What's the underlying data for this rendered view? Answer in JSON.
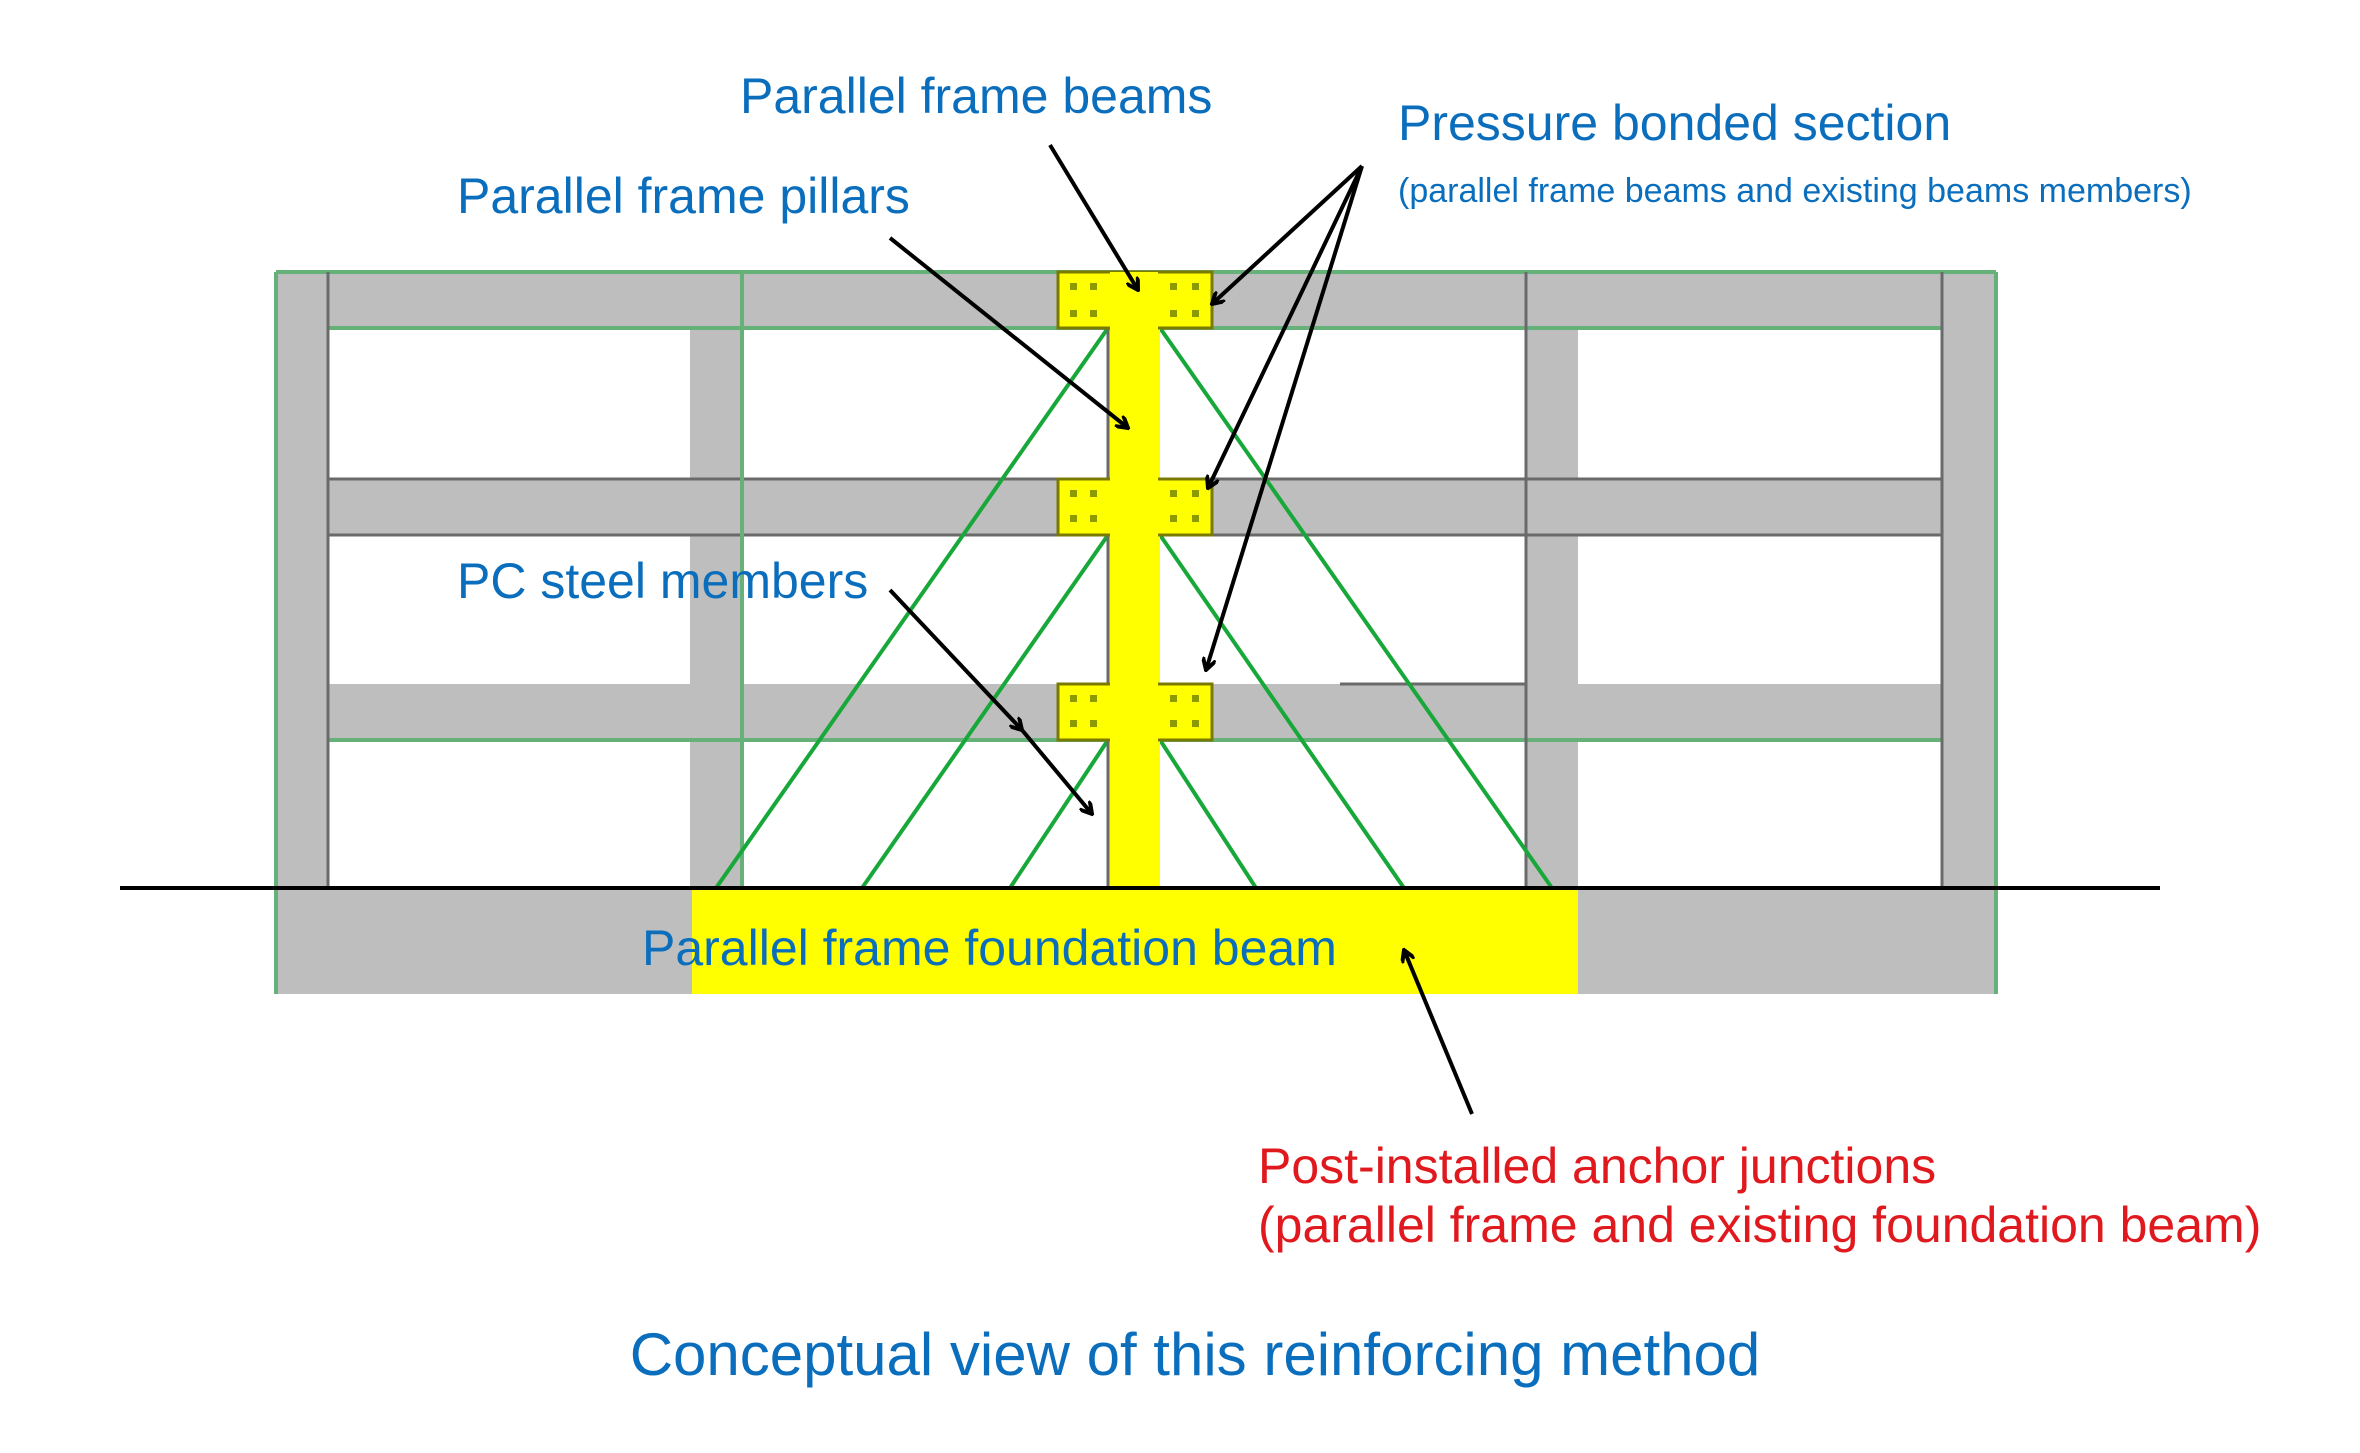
{
  "diagram": {
    "title": "Conceptual view of this reinforcing method",
    "labels": {
      "parallel_frame_beams": "Parallel frame beams",
      "parallel_frame_pillars": "Parallel frame pillars",
      "pressure_bonded_section": "Pressure bonded section",
      "pressure_bonded_section_note": "(parallel frame beams and existing beams members)",
      "pc_steel_members": "PC steel members",
      "parallel_frame_foundation_beam": "Parallel frame foundation beam",
      "post_installed_anchor_junctions": "Post-installed anchor junctions",
      "post_installed_anchor_junctions_note": "(parallel frame and existing foundation beam)"
    },
    "structure": {
      "stories": 3,
      "bays": 4,
      "existing_frame_color": "#bebebe",
      "parallel_frame_color": "#ffff00",
      "pc_steel_color": "#18a83a",
      "label_color_blue": "#0a6ebd",
      "label_color_red": "#e0191e"
    }
  }
}
